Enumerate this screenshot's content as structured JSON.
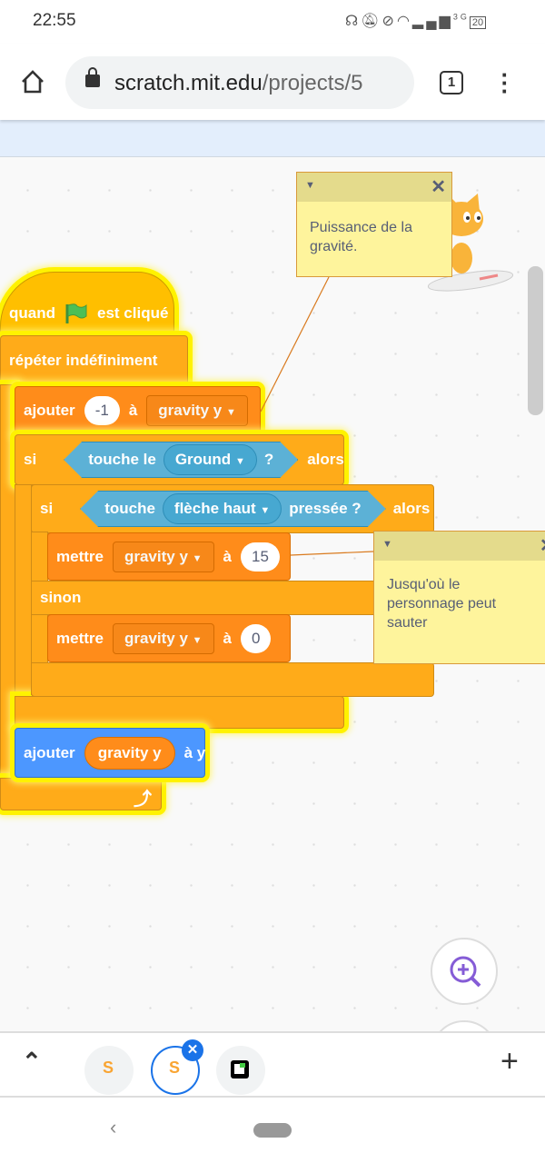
{
  "status_bar": {
    "time": "22:55",
    "icons": [
      "headset-icon",
      "bell-off-icon",
      "do-not-disturb-icon",
      "wifi-icon",
      "signal-icon"
    ],
    "network": "3G",
    "battery": "20"
  },
  "browser": {
    "url_host": "scratch.mit.edu",
    "url_path": "/projects/5",
    "tab_count": "1"
  },
  "blocks": {
    "hat": {
      "when": "quand",
      "clicked": "est cliqué"
    },
    "forever": {
      "label": "répéter indéfiniment"
    },
    "change1": {
      "label": "ajouter",
      "value": "-1",
      "to": "à",
      "var": "gravity y"
    },
    "if1": {
      "if": "si",
      "touching": "touche le",
      "target": "Ground",
      "q": "?",
      "then": "alors"
    },
    "if2": {
      "if": "si",
      "key": "touche",
      "keyname": "flèche haut",
      "pressed": "pressée ?",
      "then": "alors"
    },
    "set1": {
      "label": "mettre",
      "var": "gravity y",
      "to": "à",
      "value": "15"
    },
    "else": "sinon",
    "set2": {
      "label": "mettre",
      "var": "gravity y",
      "to": "à",
      "value": "0"
    },
    "changey": {
      "label": "ajouter",
      "var": "gravity y",
      "to": "à y"
    }
  },
  "comments": [
    {
      "text": "Puissance de la gravité."
    },
    {
      "text": "Jusqu'où le personnage peut sauter"
    }
  ],
  "colors": {
    "events": "#FFBF00",
    "control": "#FFAB19",
    "variables": "#FF8C1A",
    "sensing": "#5CB1D6",
    "motion": "#4C97FF",
    "glow": "#FFF200",
    "accent": "#1a73e8"
  }
}
